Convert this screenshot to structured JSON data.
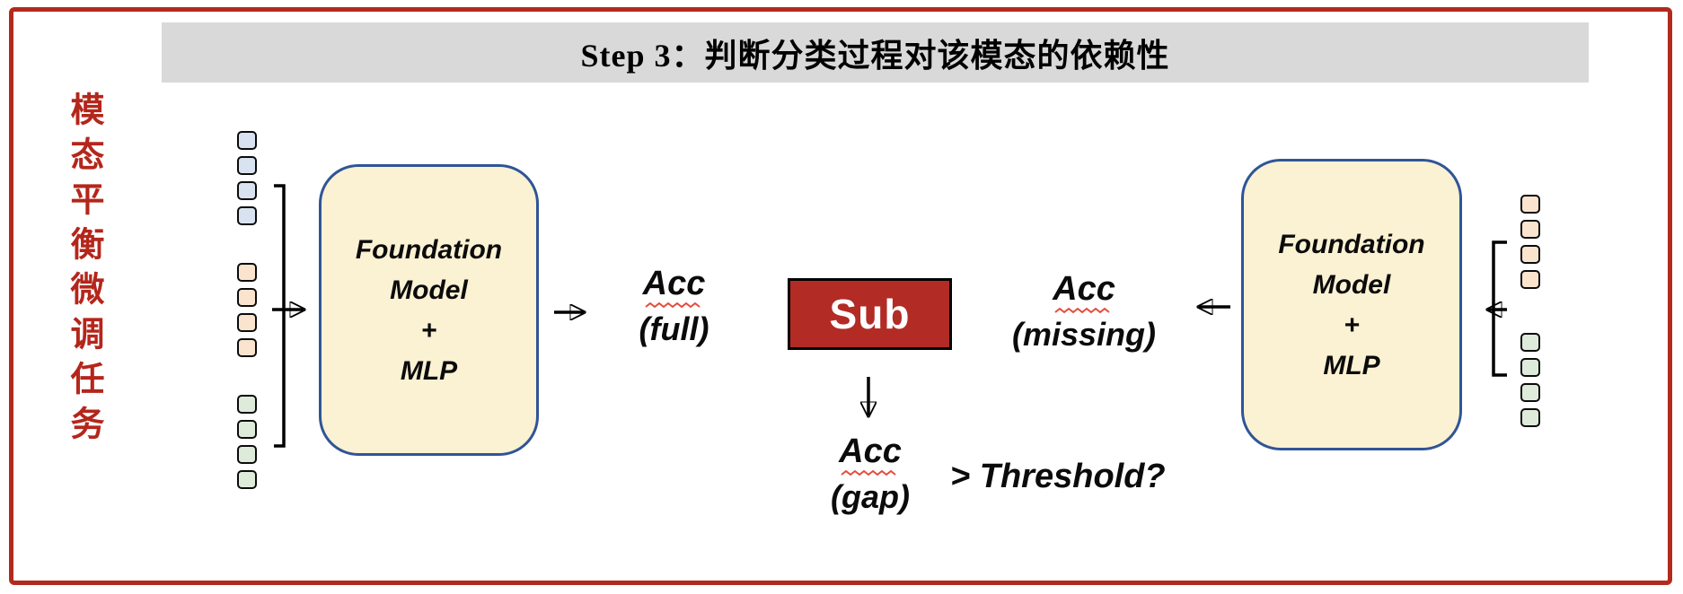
{
  "header": {
    "title": "Step 3：判断分类过程对该模态的依赖性"
  },
  "side_label": {
    "text": "模态平衡微调任务"
  },
  "colors": {
    "frame-red": "#B22A1E",
    "sub-red": "#B22B24",
    "box-cream": "#FBF1D3",
    "box-border": "#2F5597",
    "token-blue": "#D9E2F0",
    "token-orange": "#FAE4CE",
    "token-green": "#DFEBDA",
    "squiggle-red": "#E44C3C",
    "header-gray": "#D9D9D9",
    "side-red": "#B4261B"
  },
  "boxes": {
    "left_model": {
      "label": "Foundation\nModel\n+\nMLP"
    },
    "right_model": {
      "label": "Foundation\nModel\n+\nMLP"
    },
    "sub": {
      "label": "Sub"
    }
  },
  "labels": {
    "acc_full": {
      "word": "Acc",
      "qualifier": "(full)"
    },
    "acc_missing": {
      "word": "Acc",
      "qualifier": "(missing)"
    },
    "acc_gap": {
      "word": "Acc",
      "qualifier": "(gap)"
    },
    "threshold": "> Threshold?"
  },
  "tokens": {
    "left": [
      {
        "group": "blue",
        "count": 4
      },
      {
        "group": "orange",
        "count": 4
      },
      {
        "group": "green",
        "count": 4
      }
    ],
    "right": [
      {
        "group": "orange",
        "count": 4
      },
      {
        "group": "green",
        "count": 4
      }
    ]
  }
}
